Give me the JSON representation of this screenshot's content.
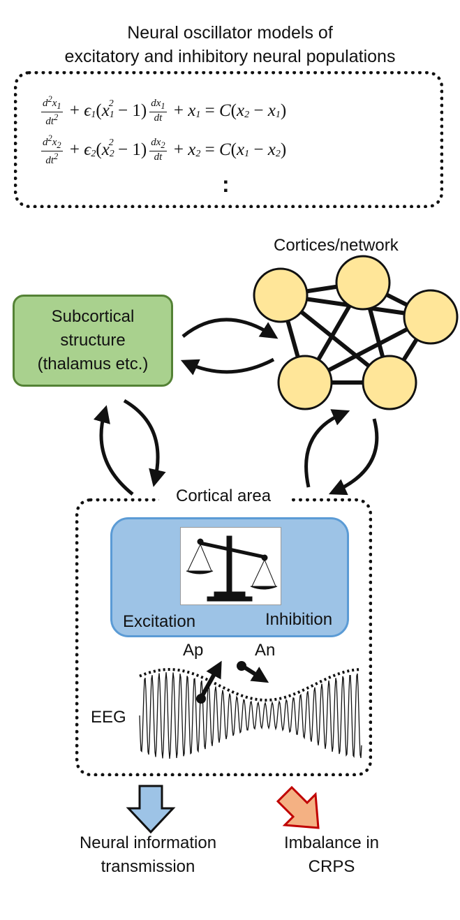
{
  "title": {
    "line1": "Neural oscillator models of",
    "line2": "excitatory and inhibitory neural populations"
  },
  "equations": {
    "continuation": ":"
  },
  "nodes": {
    "subcortical": {
      "line1": "Subcortical",
      "line2": "structure",
      "line3": "(thalamus etc.)"
    },
    "cortices": "Cortices/network",
    "cortical_area": "Cortical area"
  },
  "balance": {
    "excitation": "Excitation",
    "inhibition": "Inhibition"
  },
  "eeg": {
    "label": "EEG",
    "ap": "Ap",
    "an": "An"
  },
  "outputs": {
    "left_line1": "Neural information",
    "left_line2": "transmission",
    "right_line1": "Imbalance in",
    "right_line2": "CRPS"
  },
  "colors": {
    "subcortical_fill": "#a9d18e",
    "subcortical_border": "#548235",
    "node_fill": "#ffe699",
    "balance_fill": "#9dc3e6",
    "balance_border": "#5b9bd5",
    "left_arrow_fill": "#9dc3e6",
    "right_arrow_fill": "#f4b183",
    "right_arrow_border": "#c00000"
  }
}
